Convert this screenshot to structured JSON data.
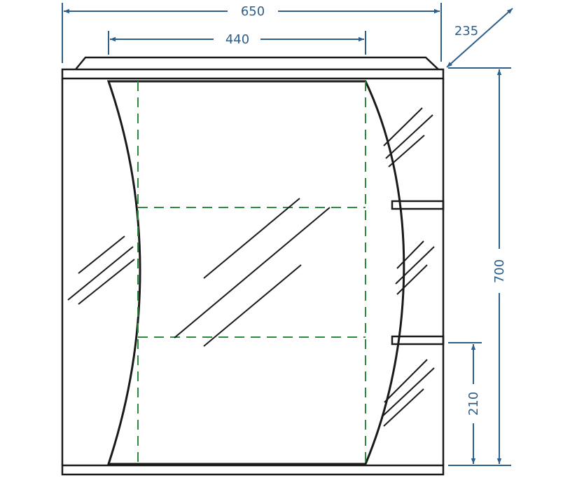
{
  "dimensions": {
    "total_width": "650",
    "mirror_width": "440",
    "depth": "235",
    "height": "700",
    "lower_shelf_height": "210"
  },
  "colors": {
    "dimension": "#2e5f8a",
    "outline": "#1a1a1a",
    "hidden_line": "#2e8b3e",
    "background": "#ffffff"
  }
}
